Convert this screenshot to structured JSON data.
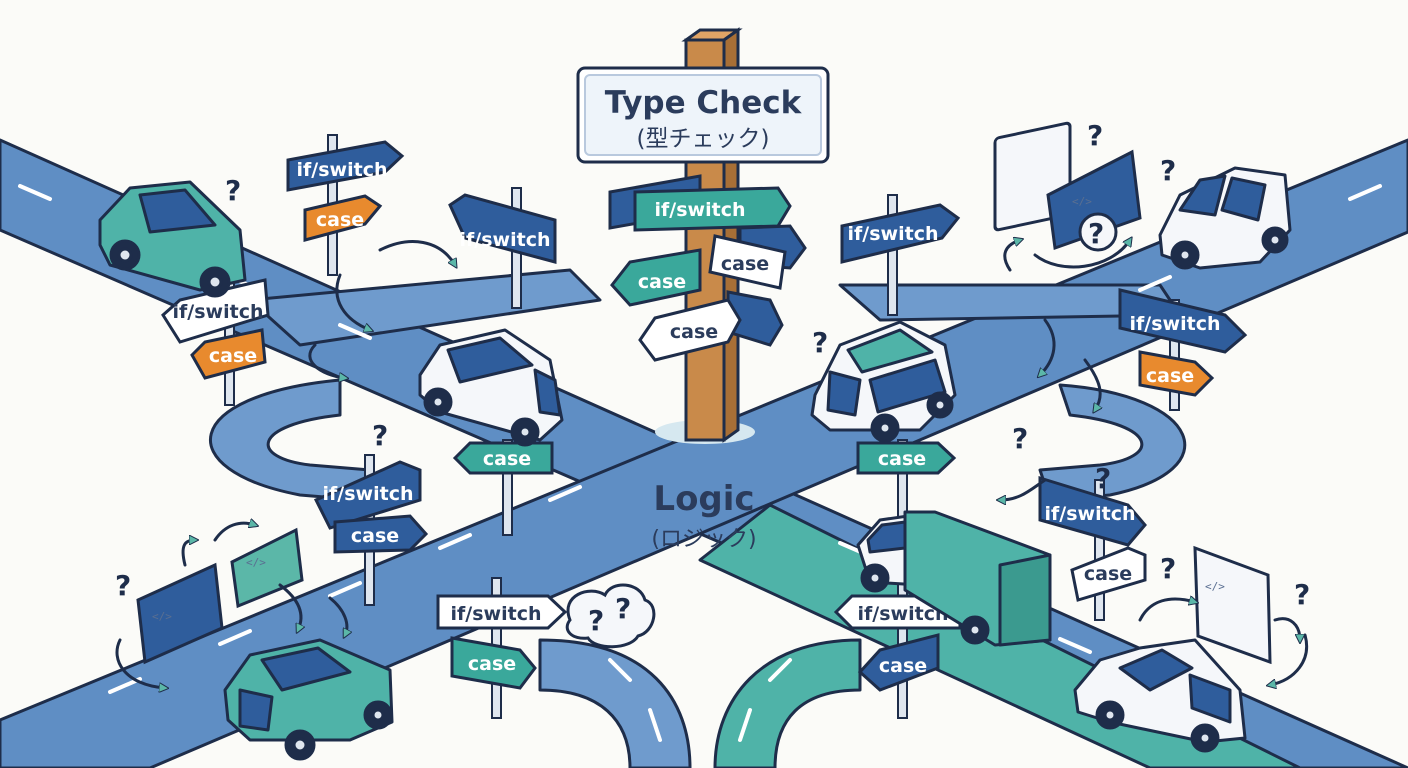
{
  "main_sign": {
    "title": "Type Check",
    "subtitle": "(型チェック)"
  },
  "center_label": {
    "title": "Logic",
    "subtitle": "(ロジック)"
  },
  "labels": {
    "if_switch": "if/switch",
    "case": "case",
    "question": "?",
    "code_glyph": "</>"
  },
  "colors": {
    "road_blue": "#5f8ec4",
    "road_teal": "#4fb3a8",
    "outline": "#1e2d4a",
    "sign_navy": "#2f5d9c",
    "sign_teal": "#3aa89b",
    "sign_orange": "#e88a2e",
    "post_brown": "#c98a4a"
  }
}
